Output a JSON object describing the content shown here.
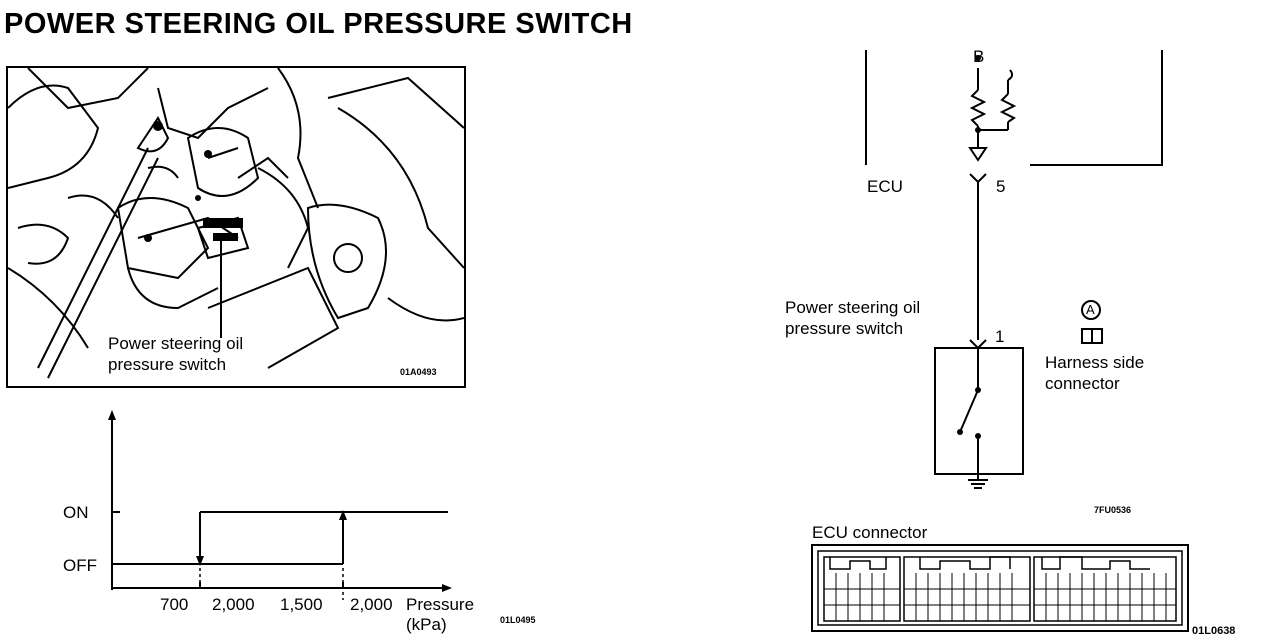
{
  "title": "POWER STEERING OIL PRESSURE SWITCH",
  "photo": {
    "callout_line1": "Power steering oil",
    "callout_line2": "pressure switch",
    "code": "01A0493"
  },
  "graph": {
    "y_on": "ON",
    "y_off": "OFF",
    "x_ticks": [
      "700",
      "2,000",
      "1,500",
      "2,000"
    ],
    "x_label_line1": "Pressure",
    "x_label_line2": "(kPa)",
    "code": "01L0495"
  },
  "circuit": {
    "terminal_top": "B",
    "ecu_label": "ECU",
    "ecu_pin": "5",
    "switch_label_line1": "Power steering oil",
    "switch_label_line2": "pressure switch",
    "switch_pin": "1",
    "connector_marker": "A",
    "harness_line1": "Harness side",
    "harness_line2": "connector",
    "code": "7FU0536"
  },
  "ecu_connector": {
    "title": "ECU connector",
    "code": "01L0638"
  }
}
